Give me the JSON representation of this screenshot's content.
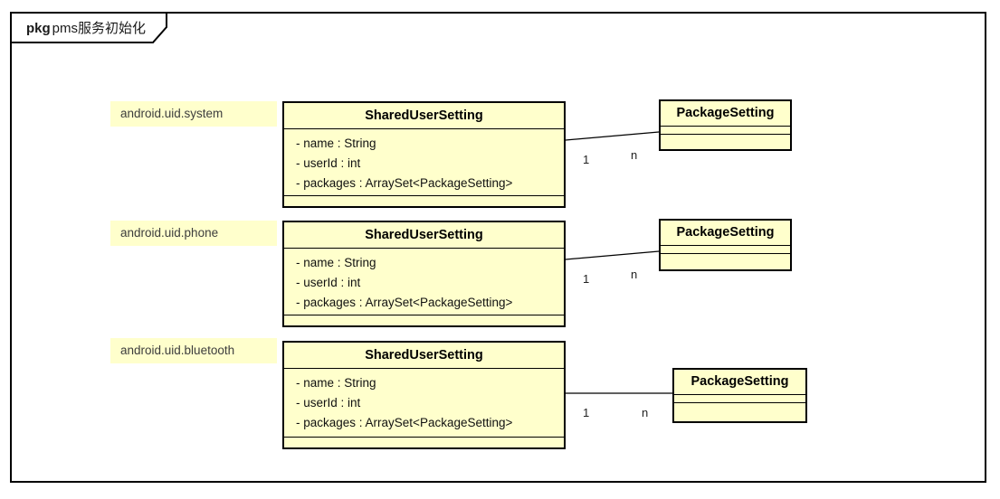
{
  "diagram": {
    "kind": "uml-package-diagram",
    "frame": {
      "keyword": "pkg",
      "title": "pms服务初始化"
    }
  },
  "colors": {
    "node_fill": "#FFFFCC",
    "node_border": "#000000",
    "canvas": "#FFFFFF"
  },
  "rows": [
    {
      "note": "android.uid.system",
      "source_class": {
        "name": "SharedUserSetting",
        "attributes": [
          "- name : String",
          "- userId : int",
          "- packages : ArraySet<PackageSetting>"
        ]
      },
      "target_class": {
        "name": "PackageSetting"
      },
      "association": {
        "source_multiplicity": "1",
        "target_multiplicity": "n"
      }
    },
    {
      "note": "android.uid.phone",
      "source_class": {
        "name": "SharedUserSetting",
        "attributes": [
          "- name : String",
          "- userId : int",
          "- packages : ArraySet<PackageSetting>"
        ]
      },
      "target_class": {
        "name": "PackageSetting"
      },
      "association": {
        "source_multiplicity": "1",
        "target_multiplicity": "n"
      }
    },
    {
      "note": "android.uid.bluetooth",
      "source_class": {
        "name": "SharedUserSetting",
        "attributes": [
          "- name : String",
          "- userId : int",
          "- packages : ArraySet<PackageSetting>"
        ]
      },
      "target_class": {
        "name": "PackageSetting"
      },
      "association": {
        "source_multiplicity": "1",
        "target_multiplicity": "n"
      }
    }
  ]
}
